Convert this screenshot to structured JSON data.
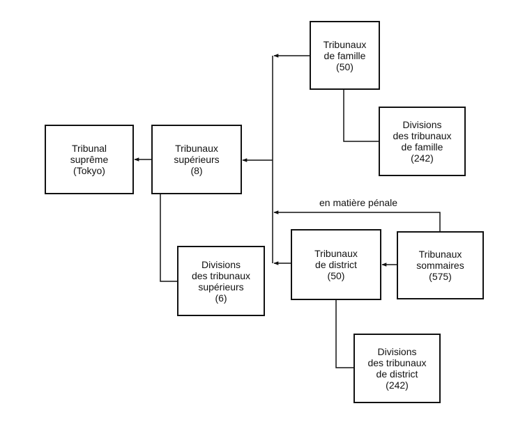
{
  "nodes": {
    "supreme": {
      "lines": [
        "Tribunal",
        "suprême",
        "(Tokyo)"
      ]
    },
    "superior": {
      "lines": [
        "Tribunaux",
        "supérieurs",
        "(8)"
      ]
    },
    "superior_div": {
      "lines": [
        "Divisions",
        "des tribunaux",
        "supérieurs",
        "(6)"
      ]
    },
    "family": {
      "lines": [
        "Tribunaux",
        "de famille",
        "(50)"
      ]
    },
    "family_div": {
      "lines": [
        "Divisions",
        "des tribunaux",
        "de famille",
        "(242)"
      ]
    },
    "district": {
      "lines": [
        "Tribunaux",
        "de district",
        "(50)"
      ]
    },
    "district_div": {
      "lines": [
        "Divisions",
        "des tribunaux",
        "de district",
        "(242)"
      ]
    },
    "summary": {
      "lines": [
        "Tribunaux",
        "sommaires",
        "(575)"
      ]
    }
  },
  "labels": {
    "criminal": "en matière pénale"
  }
}
